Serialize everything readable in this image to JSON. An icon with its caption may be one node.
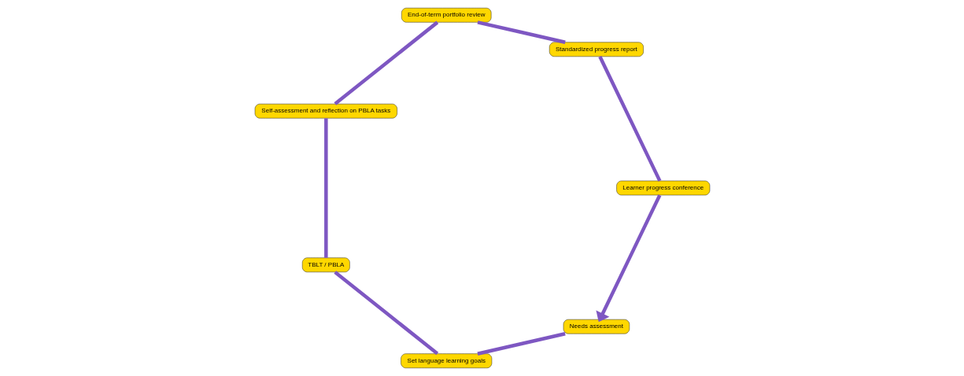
{
  "diagram": {
    "nodes": [
      {
        "text": [
          "Needs assessment"
        ]
      },
      {
        "text": [
          "Set language learning goals"
        ]
      },
      {
        "text": [
          "TBLT / PBLA"
        ]
      },
      {
        "text": [
          "Self-assessment and reflection on PBLA tasks"
        ]
      },
      {
        "text": [
          "End-of-term portfolio review"
        ]
      },
      {
        "text": [
          "Standardized progress report"
        ]
      },
      {
        "text": [
          "Learner progress conference"
        ]
      }
    ],
    "edges": [
      {
        "from": 0,
        "to": 1,
        "arrow": "none"
      },
      {
        "from": 1,
        "to": 2,
        "arrow": "none"
      },
      {
        "from": 2,
        "to": 3,
        "arrow": "none"
      },
      {
        "from": 3,
        "to": 4,
        "arrow": "none"
      },
      {
        "from": 4,
        "to": 5,
        "arrow": "none"
      },
      {
        "from": 5,
        "to": 6,
        "arrow": "none"
      },
      {
        "from": 6,
        "to": 0,
        "arrow": "to"
      }
    ]
  }
}
